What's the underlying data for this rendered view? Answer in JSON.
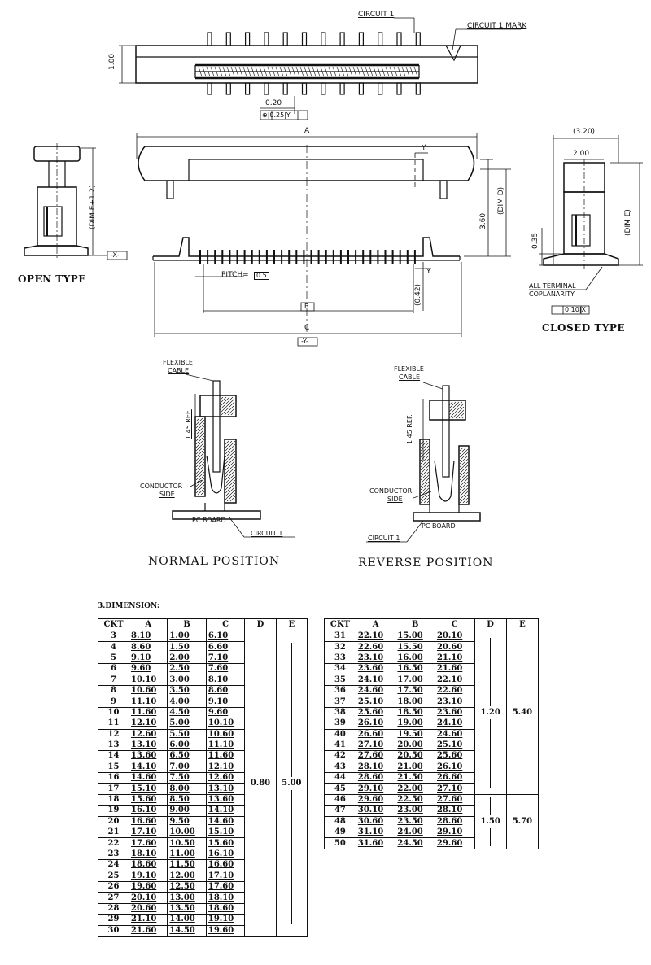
{
  "labels": {
    "circuit_1_top": "CIRCUIT 1",
    "circuit_1_mark": "CIRCUIT 1 MARK",
    "dim_1_00": "1.00",
    "dim_0_20": "0.20",
    "tol_box": "⊕|0.25|Y",
    "dim_a": "A",
    "dim_y": "Y",
    "dim_e_plus": "(DIM E+1.2)",
    "dim_3_60": "3.60",
    "dim_d": "(DIM D)",
    "dim_x_box": "-X-",
    "open_type": "OPEN TYPE",
    "pitch": "PITCH=",
    "pitch_val": "0.5",
    "dim_y2": "Y",
    "dim_0_42": "(0.42)",
    "dim_b_box": "B",
    "dim_c": "C",
    "dim_y_box": "-Y-",
    "dim_3_20": "(3.20)",
    "dim_2_00": "2.00",
    "dim_0_35": "0.35",
    "dim_e": "(DIM E)",
    "all_terminal": "ALL TERMINAL",
    "coplanarity": "COPLANARITY",
    "coplan_tol": "0.10|X",
    "closed_type": "CLOSED TYPE",
    "flex_cable_1": "FLEXIBLE",
    "flex_cable_2": "CABLE",
    "ref_145": "1.45 REF.",
    "conductor_1": "CONDUCTOR",
    "conductor_2": "SIDE",
    "pc_board": "PC BOARD",
    "circuit_1": "CIRCUIT 1",
    "normal_position": "NORMAL POSITION",
    "reverse_position": "REVERSE POSITION"
  },
  "section_title": "3.DIMENSION:",
  "table_headers": [
    "CKT",
    "A",
    "B",
    "C",
    "D",
    "E"
  ],
  "table_left": {
    "rows": [
      [
        "3",
        "8.10",
        "1.00",
        "6.10"
      ],
      [
        "4",
        "8.60",
        "1.50",
        "6.60"
      ],
      [
        "5",
        "9.10",
        "2.00",
        "7.10"
      ],
      [
        "6",
        "9.60",
        "2.50",
        "7.60"
      ],
      [
        "7",
        "10.10",
        "3.00",
        "8.10"
      ],
      [
        "8",
        "10.60",
        "3.50",
        "8.60"
      ],
      [
        "9",
        "11.10",
        "4.00",
        "9.10"
      ],
      [
        "10",
        "11.60",
        "4.50",
        "9.60"
      ],
      [
        "11",
        "12.10",
        "5.00",
        "10.10"
      ],
      [
        "12",
        "12.60",
        "5.50",
        "10.60"
      ],
      [
        "13",
        "13.10",
        "6.00",
        "11.10"
      ],
      [
        "14",
        "13.60",
        "6.50",
        "11.60"
      ],
      [
        "15",
        "14.10",
        "7.00",
        "12.10"
      ],
      [
        "16",
        "14.60",
        "7.50",
        "12.60"
      ],
      [
        "17",
        "15.10",
        "8.00",
        "13.10"
      ],
      [
        "18",
        "15.60",
        "8.50",
        "13.60"
      ],
      [
        "19",
        "16.10",
        "9.00",
        "14.10"
      ],
      [
        "20",
        "16.60",
        "9.50",
        "14.60"
      ],
      [
        "21",
        "17.10",
        "10.00",
        "15.10"
      ],
      [
        "22",
        "17.60",
        "10.50",
        "15.60"
      ],
      [
        "23",
        "18.10",
        "11.00",
        "16.10"
      ],
      [
        "24",
        "18.60",
        "11.50",
        "16.60"
      ],
      [
        "25",
        "19.10",
        "12.00",
        "17.10"
      ],
      [
        "26",
        "19.60",
        "12.50",
        "17.60"
      ],
      [
        "27",
        "20.10",
        "13.00",
        "18.10"
      ],
      [
        "28",
        "20.60",
        "13.50",
        "18.60"
      ],
      [
        "29",
        "21.10",
        "14.00",
        "19.10"
      ],
      [
        "30",
        "21.60",
        "14.50",
        "19.60"
      ]
    ],
    "d": "0.80",
    "e": "5.00"
  },
  "table_right": {
    "rows": [
      [
        "31",
        "22.10",
        "15.00",
        "20.10"
      ],
      [
        "32",
        "22.60",
        "15.50",
        "20.60"
      ],
      [
        "33",
        "23.10",
        "16.00",
        "21.10"
      ],
      [
        "34",
        "23.60",
        "16.50",
        "21.60"
      ],
      [
        "35",
        "24.10",
        "17.00",
        "22.10"
      ],
      [
        "36",
        "24.60",
        "17.50",
        "22.60"
      ],
      [
        "37",
        "25.10",
        "18.00",
        "23.10"
      ],
      [
        "38",
        "25.60",
        "18.50",
        "23.60"
      ],
      [
        "39",
        "26.10",
        "19.00",
        "24.10"
      ],
      [
        "40",
        "26.60",
        "19.50",
        "24.60"
      ],
      [
        "41",
        "27.10",
        "20.00",
        "25.10"
      ],
      [
        "42",
        "27.60",
        "20.50",
        "25.60"
      ],
      [
        "43",
        "28.10",
        "21.00",
        "26.10"
      ],
      [
        "44",
        "28.60",
        "21.50",
        "26.60"
      ],
      [
        "45",
        "29.10",
        "22.00",
        "27.10"
      ],
      [
        "46",
        "29.60",
        "22.50",
        "27.60"
      ],
      [
        "47",
        "30.10",
        "23.00",
        "28.10"
      ],
      [
        "48",
        "30.60",
        "23.50",
        "28.60"
      ],
      [
        "49",
        "31.10",
        "24.00",
        "29.10"
      ],
      [
        "50",
        "31.60",
        "24.50",
        "29.60"
      ]
    ],
    "group1": {
      "rows": 15,
      "d": "1.20",
      "e": "5.40"
    },
    "group2": {
      "rows": 5,
      "d": "1.50",
      "e": "5.70"
    }
  }
}
